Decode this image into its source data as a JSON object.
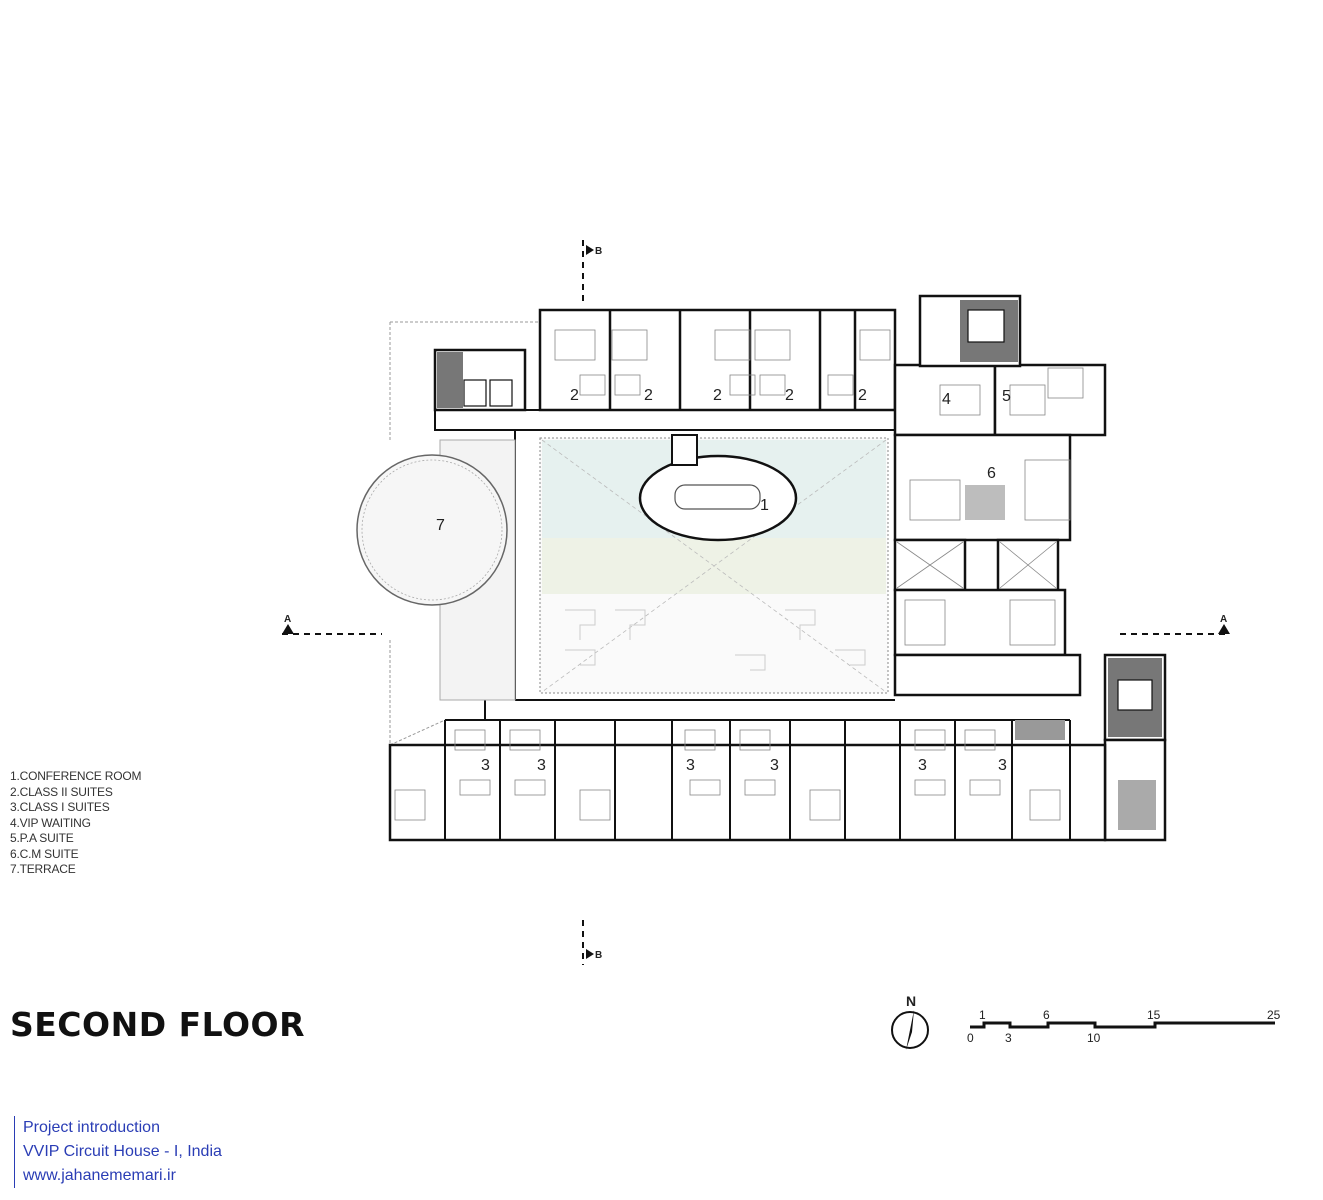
{
  "rooms": [
    {
      "num": "1",
      "name": "CONFERENCE ROOM"
    },
    {
      "num": "2",
      "name": "CLASS II SUITES"
    },
    {
      "num": "3",
      "name": "CLASS I SUITES"
    },
    {
      "num": "4",
      "name": "VIP WAITING"
    },
    {
      "num": "5",
      "name": "P.A SUITE"
    },
    {
      "num": "6",
      "name": "C.M SUITE"
    },
    {
      "num": "7",
      "name": "TERRACE"
    }
  ],
  "legend": {
    "item1": "1.CONFERENCE ROOM",
    "item2": "2.CLASS II SUITES",
    "item3": "3.CLASS I SUITES",
    "item4": "4.VIP WAITING",
    "item5": "5.P.A SUITE",
    "item6": "6.C.M SUITE",
    "item7": "7.TERRACE"
  },
  "plan_labels": {
    "n1": "1",
    "n2": "2",
    "n3": "3",
    "n4": "4",
    "n5": "5",
    "n6": "6",
    "n7": "7"
  },
  "section_marks": {
    "a": "A",
    "b": "B"
  },
  "title": "SECOND FLOOR",
  "north": "N",
  "scale": {
    "top_ticks": [
      "1",
      "6",
      "15",
      "25"
    ],
    "bottom_ticks": [
      "0",
      "3",
      "10"
    ]
  },
  "credit": {
    "line1": "Project introduction",
    "line2": "VVIP Circuit House - I, India",
    "line3": "www.jahanememari.ir"
  },
  "colors": {
    "wall": "#111111",
    "pool": "#e6f1ef",
    "lawn": "#eef2e6",
    "credit": "#2a3db5"
  }
}
